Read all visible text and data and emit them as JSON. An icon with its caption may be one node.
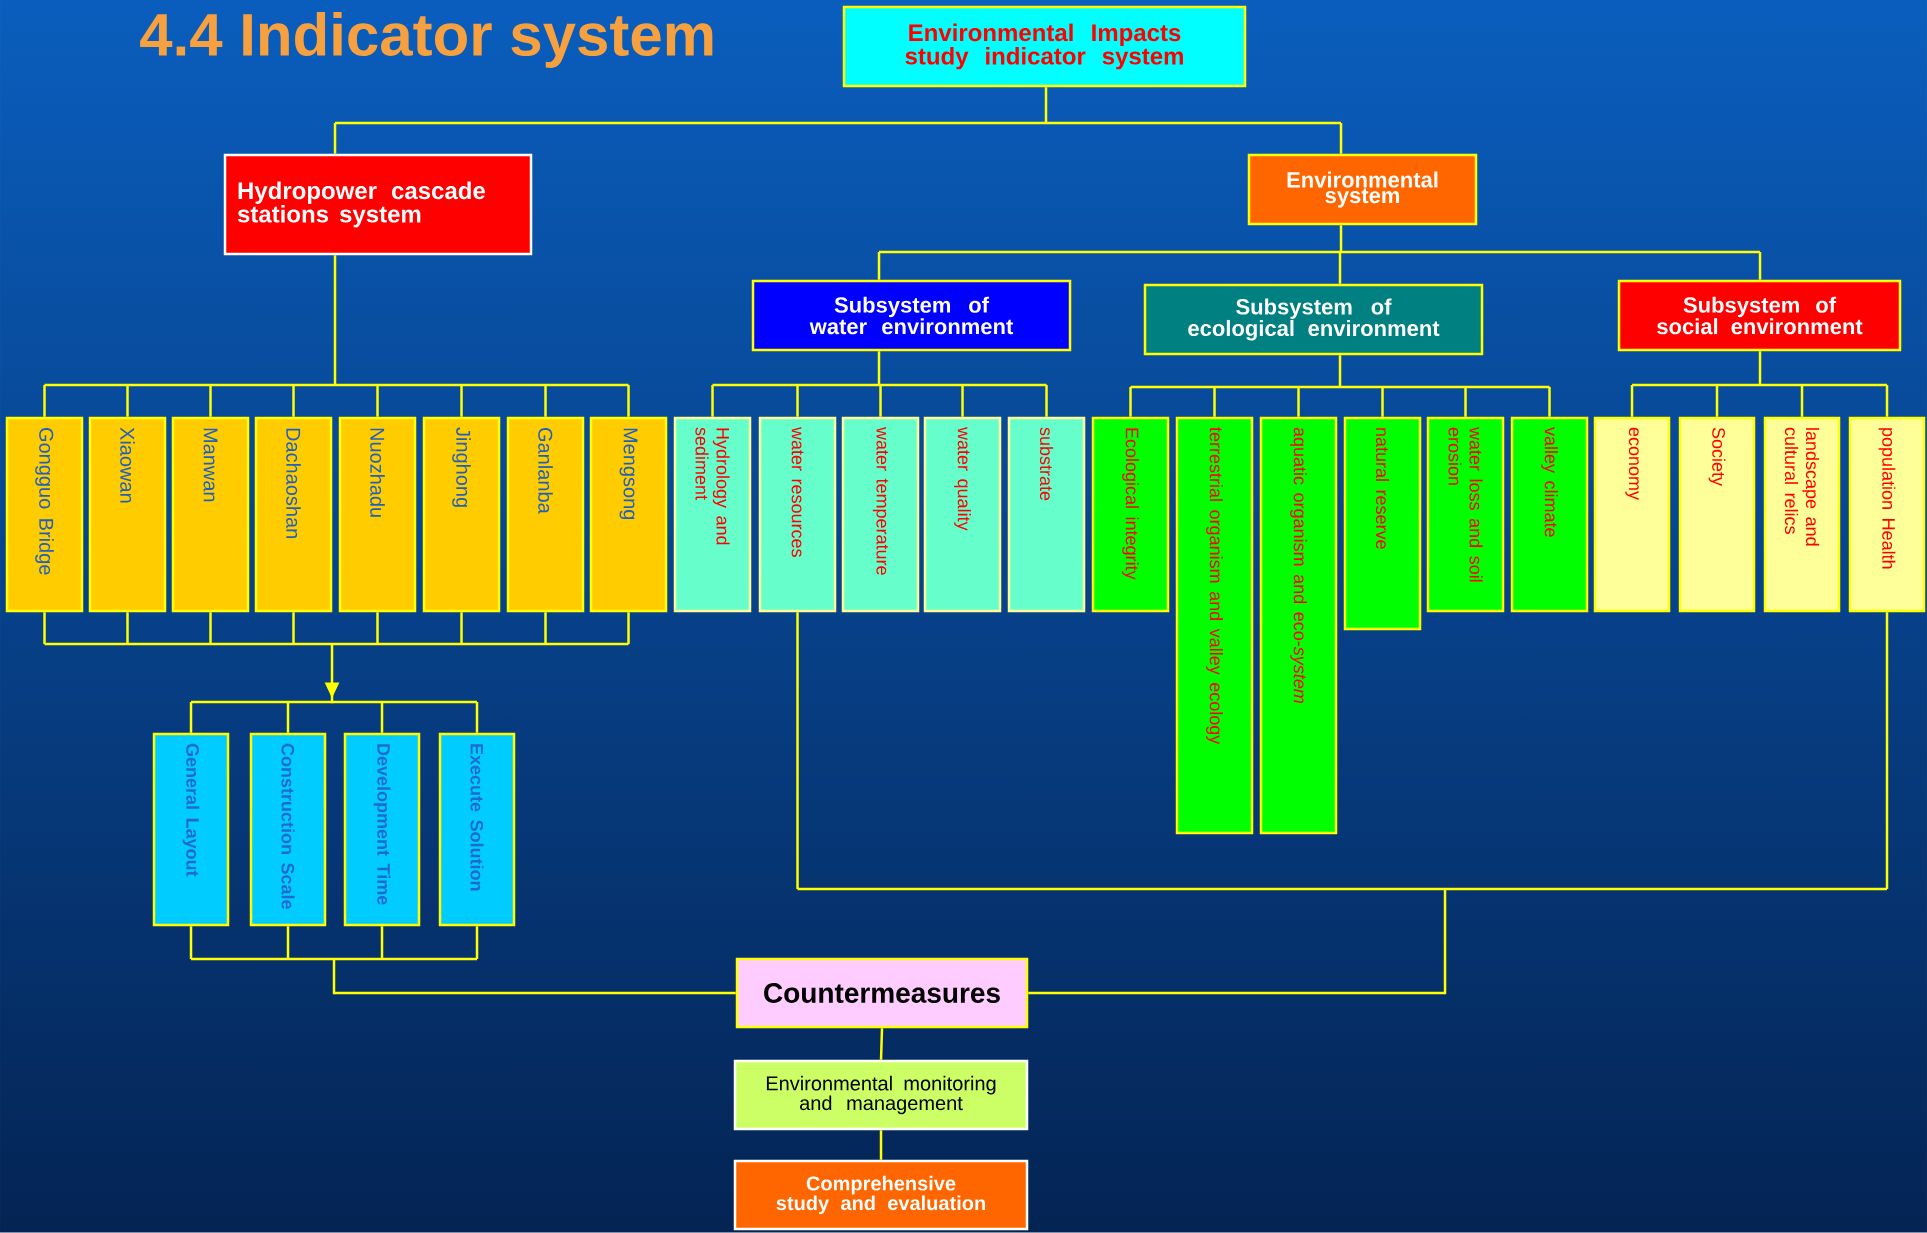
{
  "diagram": {
    "title": "4.4 Indicator system",
    "nodes": [
      {
        "text": [
          "Environmental Impacts study indicator system"
        ]
      },
      {
        "text": [
          "Hydropower cascade stations system"
        ]
      },
      {
        "text": [
          "Environmental system"
        ]
      },
      {
        "text": [
          "Subsystem of water environment"
        ]
      },
      {
        "text": [
          "Subsystem of ecological environment"
        ]
      },
      {
        "text": [
          "Subsystem of social environment"
        ]
      },
      {
        "text": [
          "Gongguo Bridge"
        ]
      },
      {
        "text": [
          "Xiaowan"
        ]
      },
      {
        "text": [
          "Manwan"
        ]
      },
      {
        "text": [
          "Dachaoshan"
        ]
      },
      {
        "text": [
          "Nuozhadu"
        ]
      },
      {
        "text": [
          "Jinghong"
        ]
      },
      {
        "text": [
          "Ganlanba"
        ]
      },
      {
        "text": [
          "Mengsong"
        ]
      },
      {
        "text": [
          "Hydrology and sediment"
        ]
      },
      {
        "text": [
          "water resources"
        ]
      },
      {
        "text": [
          "water temperature"
        ]
      },
      {
        "text": [
          "water quality"
        ]
      },
      {
        "text": [
          "substrate"
        ]
      },
      {
        "text": [
          "Ecological integrity"
        ]
      },
      {
        "text": [
          "terrestrial organism and valley ecology"
        ]
      },
      {
        "text": [
          "aquatic organism and eco-*system*"
        ]
      },
      {
        "text": [
          "natural reserve"
        ]
      },
      {
        "text": [
          "water loss and soil erosion"
        ]
      },
      {
        "text": [
          "valley climate"
        ]
      },
      {
        "text": [
          "economy"
        ]
      },
      {
        "text": [
          "Society"
        ]
      },
      {
        "text": [
          "landscape and cultural relics"
        ]
      },
      {
        "text": [
          "population Health"
        ]
      },
      {
        "text": [
          "General Layout"
        ]
      },
      {
        "text": [
          "Construction Scale"
        ]
      },
      {
        "text": [
          "Development Time"
        ]
      },
      {
        "text": [
          "Execute Solution"
        ]
      },
      {
        "text": [
          "Countermeasures"
        ]
      },
      {
        "text": [
          "Environmental monitoring and management"
        ]
      },
      {
        "text": [
          "Comprehensive study and evaluation"
        ]
      }
    ],
    "edges": [
      {
        "from": 0,
        "to": 1,
        "arrow": "none"
      },
      {
        "from": 0,
        "to": 2,
        "arrow": "none"
      },
      {
        "from": 2,
        "to": 3,
        "arrow": "none"
      },
      {
        "from": 2,
        "to": 4,
        "arrow": "none"
      },
      {
        "from": 2,
        "to": 5,
        "arrow": "none"
      },
      {
        "from": 1,
        "to": 6,
        "arrow": "none"
      },
      {
        "from": 1,
        "to": 7,
        "arrow": "none"
      },
      {
        "from": 1,
        "to": 8,
        "arrow": "none"
      },
      {
        "from": 1,
        "to": 9,
        "arrow": "none"
      },
      {
        "from": 1,
        "to": 10,
        "arrow": "none"
      },
      {
        "from": 1,
        "to": 11,
        "arrow": "none"
      },
      {
        "from": 1,
        "to": 12,
        "arrow": "none"
      },
      {
        "from": 1,
        "to": 13,
        "arrow": "none"
      },
      {
        "from": 3,
        "to": 14,
        "arrow": "none"
      },
      {
        "from": 3,
        "to": 15,
        "arrow": "none"
      },
      {
        "from": 3,
        "to": 16,
        "arrow": "none"
      },
      {
        "from": 3,
        "to": 17,
        "arrow": "none"
      },
      {
        "from": 3,
        "to": 18,
        "arrow": "none"
      },
      {
        "from": 4,
        "to": 19,
        "arrow": "none"
      },
      {
        "from": 4,
        "to": 20,
        "arrow": "none"
      },
      {
        "from": 4,
        "to": 21,
        "arrow": "none"
      },
      {
        "from": 4,
        "to": 22,
        "arrow": "none"
      },
      {
        "from": 4,
        "to": 23,
        "arrow": "none"
      },
      {
        "from": 4,
        "to": 24,
        "arrow": "none"
      },
      {
        "from": 5,
        "to": 25,
        "arrow": "none"
      },
      {
        "from": 5,
        "to": 26,
        "arrow": "none"
      },
      {
        "from": 5,
        "to": 27,
        "arrow": "none"
      },
      {
        "from": 5,
        "to": 28,
        "arrow": "none"
      },
      {
        "from": 6,
        "to": 29,
        "arrow": "to"
      },
      {
        "from": 6,
        "to": 30,
        "arrow": "to"
      },
      {
        "from": 6,
        "to": 31,
        "arrow": "to"
      },
      {
        "from": 6,
        "to": 32,
        "arrow": "to"
      },
      {
        "from": 7,
        "to": 29,
        "arrow": "to"
      },
      {
        "from": 7,
        "to": 30,
        "arrow": "to"
      },
      {
        "from": 7,
        "to": 31,
        "arrow": "to"
      },
      {
        "from": 7,
        "to": 32,
        "arrow": "to"
      },
      {
        "from": 8,
        "to": 29,
        "arrow": "to"
      },
      {
        "from": 8,
        "to": 30,
        "arrow": "to"
      },
      {
        "from": 8,
        "to": 31,
        "arrow": "to"
      },
      {
        "from": 8,
        "to": 32,
        "arrow": "to"
      },
      {
        "from": 9,
        "to": 29,
        "arrow": "to"
      },
      {
        "from": 9,
        "to": 30,
        "arrow": "to"
      },
      {
        "from": 9,
        "to": 31,
        "arrow": "to"
      },
      {
        "from": 9,
        "to": 32,
        "arrow": "to"
      },
      {
        "from": 10,
        "to": 29,
        "arrow": "to"
      },
      {
        "from": 10,
        "to": 30,
        "arrow": "to"
      },
      {
        "from": 10,
        "to": 31,
        "arrow": "to"
      },
      {
        "from": 10,
        "to": 32,
        "arrow": "to"
      },
      {
        "from": 11,
        "to": 29,
        "arrow": "to"
      },
      {
        "from": 11,
        "to": 30,
        "arrow": "to"
      },
      {
        "from": 11,
        "to": 31,
        "arrow": "to"
      },
      {
        "from": 11,
        "to": 32,
        "arrow": "to"
      },
      {
        "from": 12,
        "to": 29,
        "arrow": "to"
      },
      {
        "from": 12,
        "to": 30,
        "arrow": "to"
      },
      {
        "from": 12,
        "to": 31,
        "arrow": "to"
      },
      {
        "from": 12,
        "to": 32,
        "arrow": "to"
      },
      {
        "from": 13,
        "to": 29,
        "arrow": "to"
      },
      {
        "from": 13,
        "to": 30,
        "arrow": "to"
      },
      {
        "from": 13,
        "to": 31,
        "arrow": "to"
      },
      {
        "from": 13,
        "to": 32,
        "arrow": "to"
      },
      {
        "from": 29,
        "to": 33,
        "arrow": "none"
      },
      {
        "from": 30,
        "to": 33,
        "arrow": "none"
      },
      {
        "from": 31,
        "to": 33,
        "arrow": "none"
      },
      {
        "from": 32,
        "to": 33,
        "arrow": "none"
      },
      {
        "from": 15,
        "to": 33,
        "arrow": "none"
      },
      {
        "from": 28,
        "to": 33,
        "arrow": "none"
      },
      {
        "from": 33,
        "to": 34,
        "arrow": "none"
      },
      {
        "from": 34,
        "to": 35,
        "arrow": "none"
      }
    ]
  }
}
